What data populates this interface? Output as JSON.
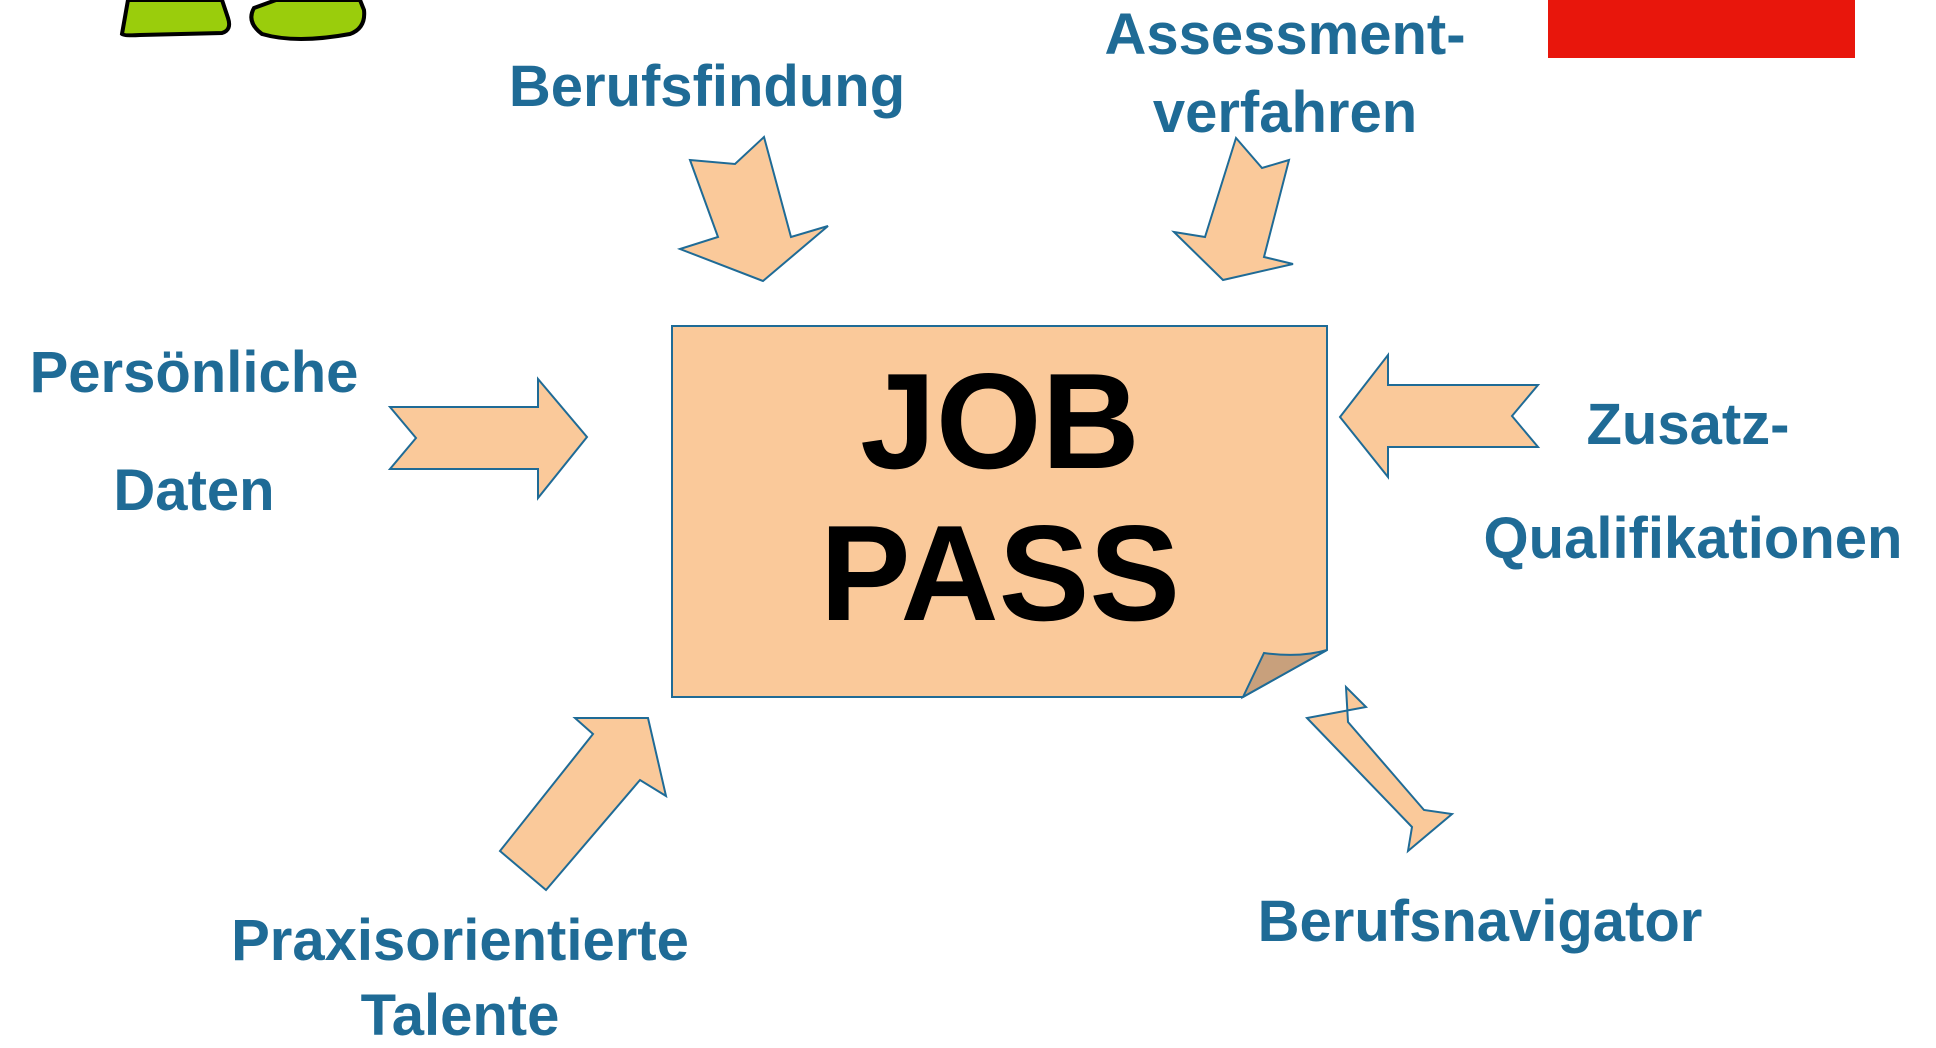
{
  "center_card": {
    "line1": "JOB",
    "line2": "PASS"
  },
  "inputs": [
    {
      "line1": "Berufsfindung"
    },
    {
      "line1": "Assessment-",
      "line2": "verfahren"
    },
    {
      "line1": "Persönliche",
      "line2": "Daten"
    },
    {
      "line1": "Zusatz-",
      "line2": "Qualifikationen"
    },
    {
      "line1": "Praxisorientierte",
      "line2": "Talente"
    },
    {
      "line1": "Berufsnavigator"
    }
  ],
  "colors": {
    "label": "#1f6b96",
    "arrow_fill": "#fac99a",
    "card_fill": "#fac99a",
    "outline": "#1f6b96",
    "card_fold": "#c8a07c",
    "mascot_fill": "#9acd0c",
    "logo_red": "#e8160c"
  },
  "decorations": [
    "mascot-feet",
    "red-logo-block"
  ]
}
